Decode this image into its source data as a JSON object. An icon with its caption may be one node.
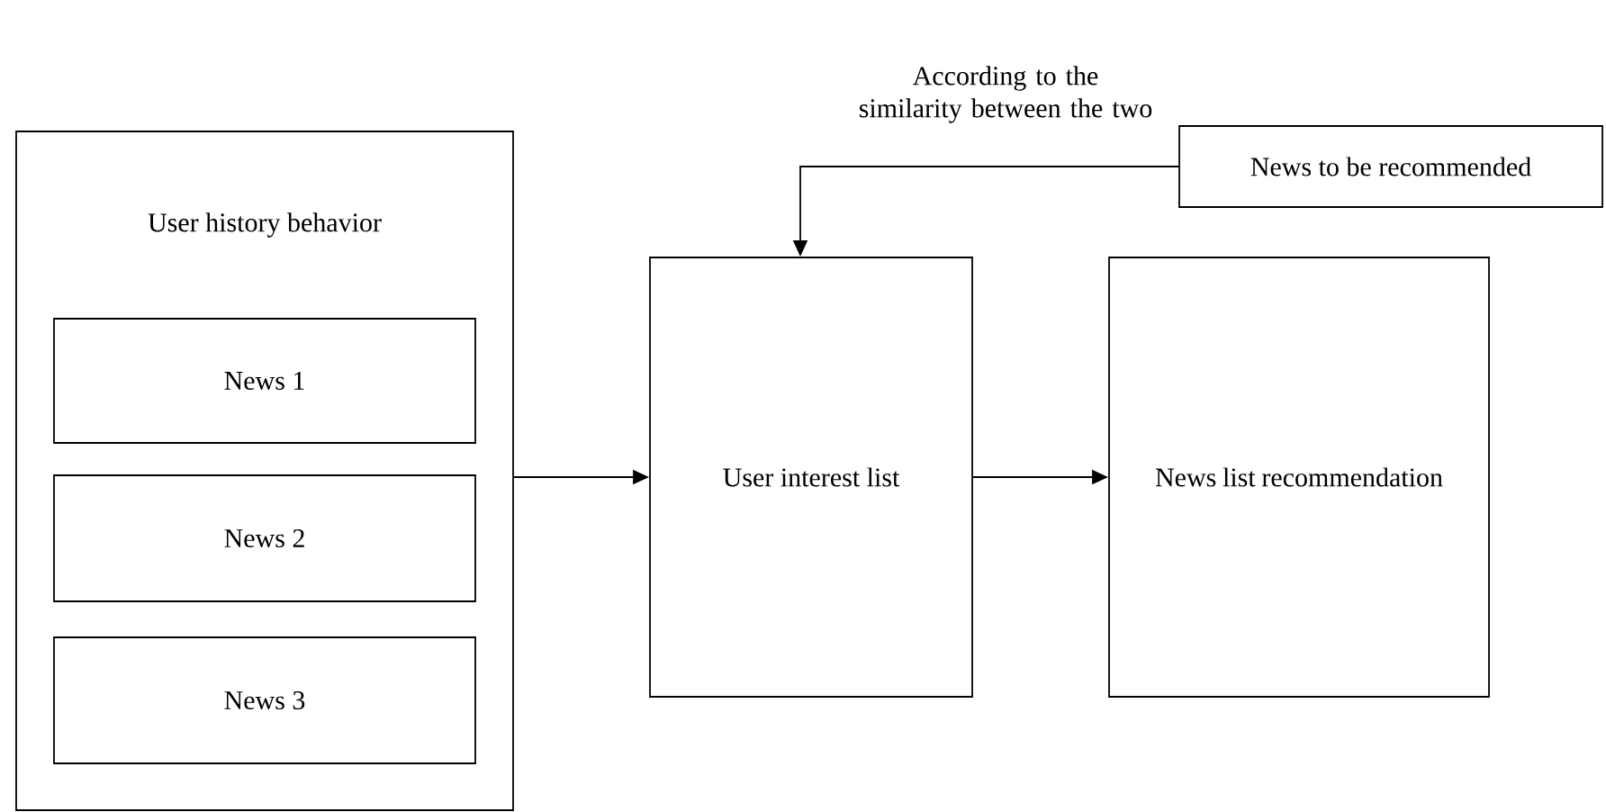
{
  "diagram": {
    "nodes": [
      {
        "text": [
          "User history behavior"
        ]
      },
      {
        "text": [
          "News 1"
        ],
        "in": 0
      },
      {
        "text": [
          "News 2"
        ],
        "in": 0
      },
      {
        "text": [
          "News 3"
        ],
        "in": 0
      },
      {
        "text": [
          "User interest list"
        ]
      },
      {
        "text": [
          "News list recommendation"
        ]
      },
      {
        "text": [
          "News to be recommended"
        ]
      }
    ],
    "edges": [
      {
        "from": 0,
        "to": 4,
        "arrow": "to"
      },
      {
        "from": 4,
        "to": 5,
        "arrow": "to"
      },
      {
        "from": 6,
        "to": 4,
        "arrow": "to",
        "label": "According to the similarity between the two"
      }
    ]
  }
}
